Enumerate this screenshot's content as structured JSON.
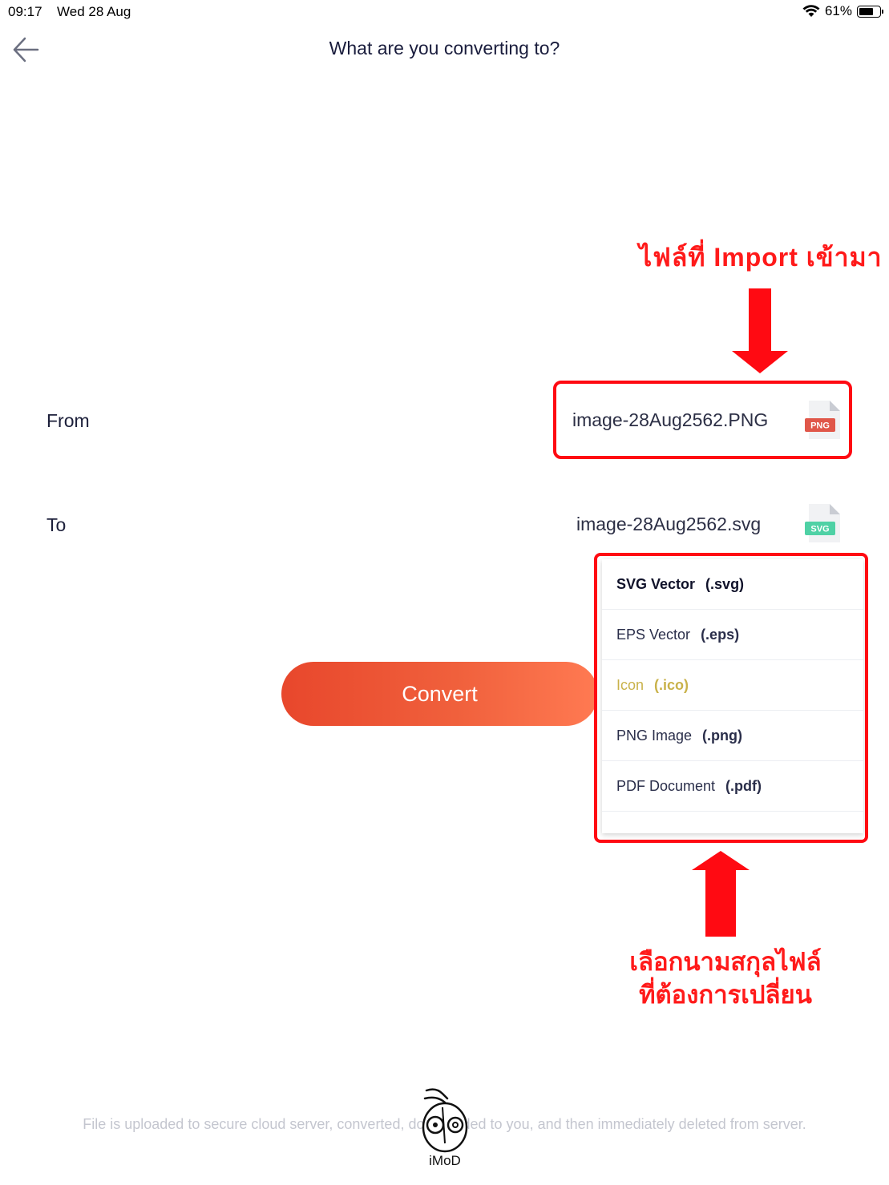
{
  "status_bar": {
    "time": "09:17",
    "date": "Wed 28 Aug",
    "battery_percent": "61%",
    "battery_level": 0.61
  },
  "header": {
    "title": "What are you converting to?",
    "back_icon": "arrow-left-icon"
  },
  "annotations": {
    "top": "ไฟล์ที่ Import เข้ามา",
    "bottom_line1": "เลือกนามสกุลไฟล์",
    "bottom_line2": "ที่ต้องการเปลี่ยน",
    "color": "#ff0a12"
  },
  "from": {
    "label": "From",
    "filename": "image-28Aug2562.PNG",
    "badge": "PNG",
    "badge_color": "#e0574a"
  },
  "to": {
    "label": "To",
    "filename": "image-28Aug2562.svg",
    "badge": "SVG",
    "badge_color": "#4fd1a5"
  },
  "convert_button": {
    "label": "Convert"
  },
  "format_options": [
    {
      "name": "SVG Vector",
      "ext": "(.svg)"
    },
    {
      "name": "EPS Vector",
      "ext": "(.eps)"
    },
    {
      "name": "Icon",
      "ext": "(.ico)"
    },
    {
      "name": "PNG Image",
      "ext": "(.png)"
    },
    {
      "name": "PDF Document",
      "ext": "(.pdf)"
    }
  ],
  "footer": {
    "text": "File is uploaded to secure cloud server, converted, downloaded to you, and then immediately deleted from server."
  },
  "watermark": {
    "text": "iMoD"
  }
}
